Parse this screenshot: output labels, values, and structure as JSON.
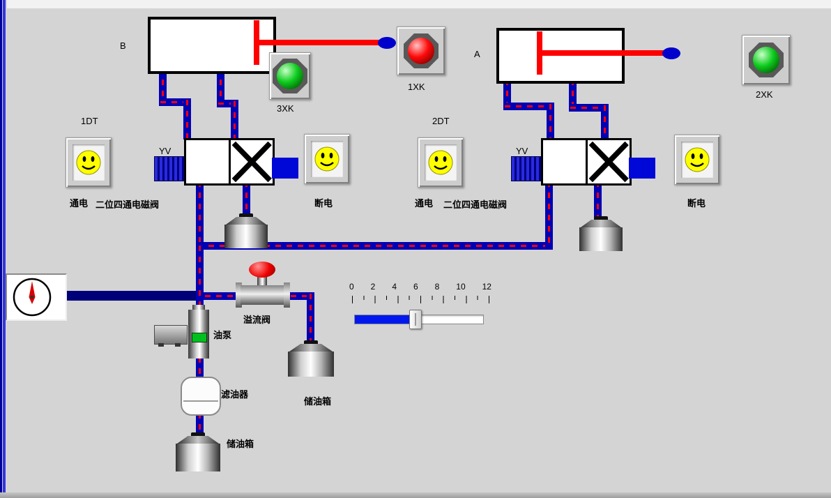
{
  "cylinders": {
    "b": "B",
    "a": "A"
  },
  "limit_switches": {
    "xk1": {
      "label": "1XK",
      "lamp": "red"
    },
    "xk2": {
      "label": "2XK",
      "lamp": "green"
    },
    "xk3": {
      "label": "3XK",
      "lamp": "green"
    }
  },
  "valves": {
    "left": {
      "tag": "1DT",
      "coil": "YV",
      "on": "通电",
      "off": "断电",
      "name": "二位四通电磁阀"
    },
    "right": {
      "tag": "2DT",
      "coil": "YV",
      "on": "通电",
      "off": "断电",
      "name": "二位四通电磁阀"
    }
  },
  "equipment": {
    "relief_valve": "溢流阀",
    "pump": "油泵",
    "filter": "滤油器",
    "tank_mid": "储油箱",
    "tank_bottom": "储油箱"
  },
  "slider": {
    "ticks": [
      "0",
      "2",
      "4",
      "6",
      "8",
      "10",
      "12"
    ],
    "min": 0,
    "max": 12,
    "value": 6
  },
  "colors": {
    "background": "#d4d4d4",
    "pipe": "#0000b4",
    "flow_dash": "#ff0000",
    "piston_rod": "#ff0000",
    "rod_end": "#0000cc",
    "lamp_red": "#ff0a0a",
    "lamp_green": "#0ecc1e",
    "smiley": "#ffff00",
    "coil_blue": "#0000d8"
  }
}
